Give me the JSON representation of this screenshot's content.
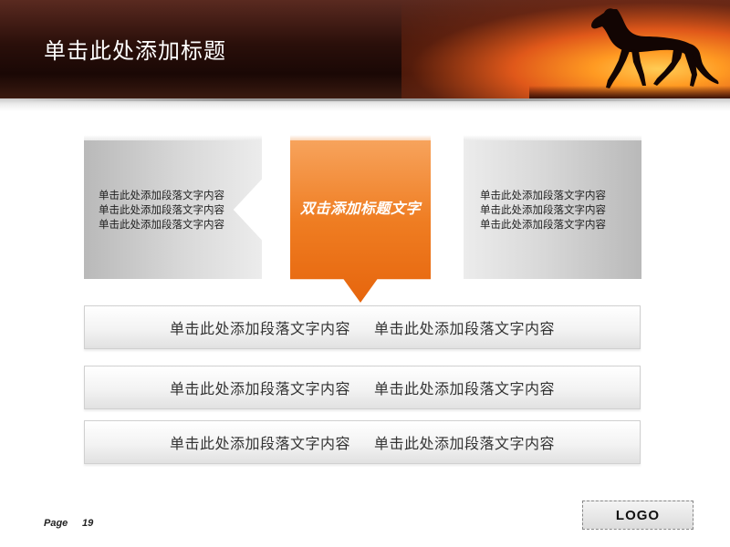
{
  "slide": {
    "title": "单击此处添加标题",
    "center_title": "双击添加标题文字"
  },
  "left_panel": {
    "lines": [
      "单击此处添加段落文字内容",
      "单击此处添加段落文字内容",
      "单击此处添加段落文字内容"
    ]
  },
  "right_panel": {
    "lines": [
      "单击此处添加段落文字内容",
      "单击此处添加段落文字内容",
      "单击此处添加段落文字内容"
    ]
  },
  "rows": [
    {
      "left": "单击此处添加段落文字内容",
      "right": "单击此处添加段落文字内容"
    },
    {
      "left": "单击此处添加段落文字内容",
      "right": "单击此处添加段落文字内容"
    },
    {
      "left": "单击此处添加段落文字内容",
      "right": "单击此处添加段落文字内容"
    }
  ],
  "footer": {
    "page_label": "Page",
    "page_number": "19",
    "logo": "LOGO"
  },
  "colors": {
    "accent_orange": "#ef7d22",
    "panel_gray": "#c8c8c8",
    "header_dark": "#2a0f0a"
  },
  "icons": {
    "banner_image": "horse-silhouette-sunset-icon"
  }
}
